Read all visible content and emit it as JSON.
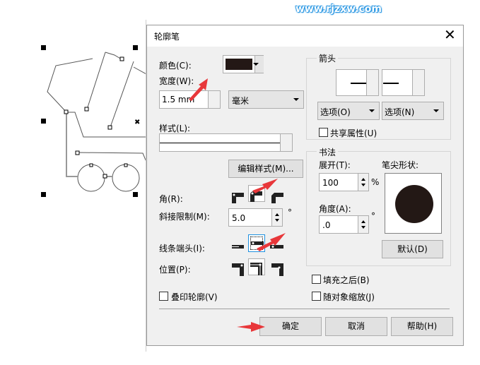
{
  "watermark": "www.rjzxw.com",
  "dialog": {
    "title": "轮廓笔",
    "close_icon": "close-icon",
    "color_label": "颜色(C):",
    "color_value": "#231815",
    "width_label": "宽度(W):",
    "width_value": "1.5 mm",
    "unit_value": "毫米",
    "style_label": "样式(L):",
    "edit_style_button": "编辑样式(M)...",
    "corner_label": "角(R):",
    "miter_label": "斜接限制(M):",
    "miter_value": "5.0",
    "miter_unit": "°",
    "linecap_label": "线条端头(I):",
    "position_label": "位置(P):",
    "overprint_label": "叠印轮廓(V)",
    "arrow_group": {
      "title": "箭头",
      "start_options": "选项(O)",
      "end_options": "选项(N)",
      "share_label": "共享属性(U)"
    },
    "calligraphy_group": {
      "title": "书法",
      "stretch_label": "展开(T):",
      "stretch_value": "100",
      "stretch_unit": "%",
      "angle_label": "角度(A):",
      "angle_value": ".0",
      "angle_unit": "°",
      "nib_label": "笔尖形状:",
      "default_button": "默认(D)"
    },
    "behind_fill_label": "填充之后(B)",
    "scale_label": "随对象缩放(J)",
    "ok_button": "确定",
    "cancel_button": "取消",
    "help_button": "帮助(H)"
  },
  "colors": {
    "accent_arrow": "#e8373a",
    "nib": "#231815",
    "focus": "#1e90e0"
  }
}
